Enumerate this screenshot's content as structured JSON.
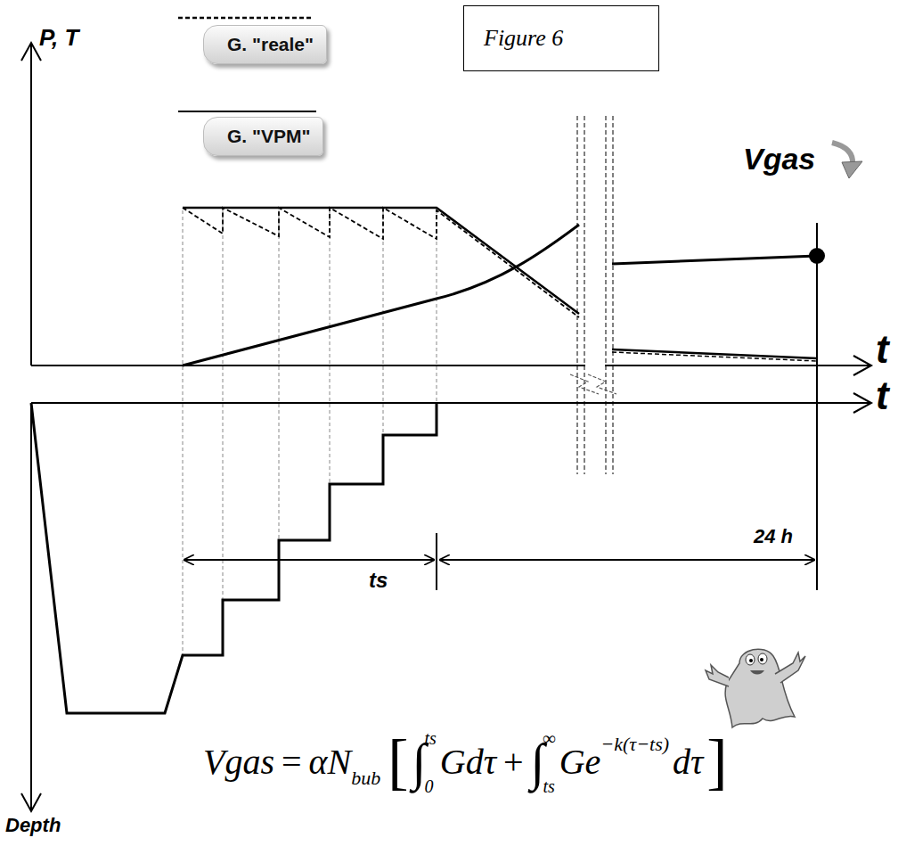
{
  "diagram": {
    "nodes": [
      {
        "text": [
          "Figure 6"
        ]
      }
    ],
    "edges": [],
    "labels": [
      "P, T",
      "Vgas",
      "t",
      "t",
      "ts",
      "24 h",
      "Depth",
      "Vgas",
      "=",
      "αN",
      "bub",
      "[",
      "∫",
      "ts",
      "0",
      "Gdτ",
      "+",
      "∫",
      "∞",
      "ts",
      "Ge",
      "−k(τ−ts)",
      "dτ",
      "]"
    ],
    "legend": [
      {
        "text": "G. \"reale\""
      },
      {
        "text": "G. \"VPM\""
      }
    ]
  }
}
